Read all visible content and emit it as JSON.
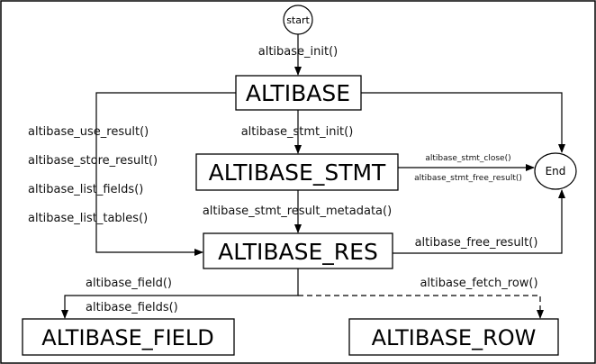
{
  "nodes": {
    "start": "start",
    "end": "End",
    "altibase": "ALTIBASE",
    "stmt": "ALTIBASE_STMT",
    "res": "ALTIBASE_RES",
    "field": "ALTIBASE_FIELD",
    "row": "ALTIBASE_ROW"
  },
  "edges": {
    "init": "altibase_init()",
    "stmt_init": "altibase_stmt_init()",
    "use_result": "altibase_use_result()",
    "store_result": "altibase_store_result()",
    "list_fields": "altibase_list_fields()",
    "list_tables": "altibase_list_tables()",
    "stmt_close": "altibase_stmt_close()",
    "stmt_free_result": "altibase_stmt_free_result()",
    "result_metadata": "altibase_stmt_result_metadata()",
    "free_result": "altibase_free_result()",
    "field": "altibase_field()",
    "fields": "altibase_fields()",
    "fetch_row": "altibase_fetch_row()"
  }
}
